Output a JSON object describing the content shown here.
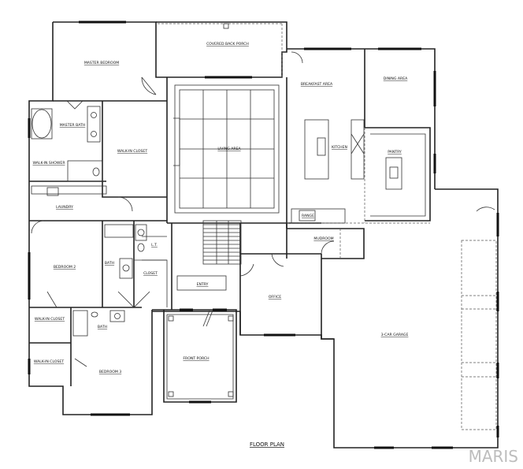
{
  "plan": {
    "title": "FLOOR PLAN",
    "watermark": "MARIS",
    "rooms": {
      "covered_back_porch": "COVERED BACK PORCH",
      "master_bedroom": "MASTER BEDROOM",
      "master_bath": "MASTER BATH",
      "walk_in_shower": "WALK-IN SHOWER",
      "walk_in_closet_master": "WALK-IN CLOSET",
      "living_area": "LIVING AREA",
      "breakfast_area": "BREAKFAST AREA",
      "dining_area": "DINING AREA",
      "kitchen": "KITCHEN",
      "pantry": "PANTRY",
      "laundry": "LAUNDRY",
      "bath_center": "BATH",
      "lt": "L.T.",
      "closet": "CLOSET",
      "mudroom": "MUDROOM",
      "bedroom_2": "BEDROOM 2",
      "walk_in_closet_2": "WALK-IN CLOSET",
      "bath_lower": "BATH",
      "walk_in_closet_3": "WALK-IN CLOSET",
      "bedroom_3": "BEDROOM 3",
      "entry": "ENTRY",
      "office": "OFFICE",
      "front_porch": "FRONT PORCH",
      "garage": "3-CAR GARAGE",
      "range_label": "RANGE"
    }
  }
}
